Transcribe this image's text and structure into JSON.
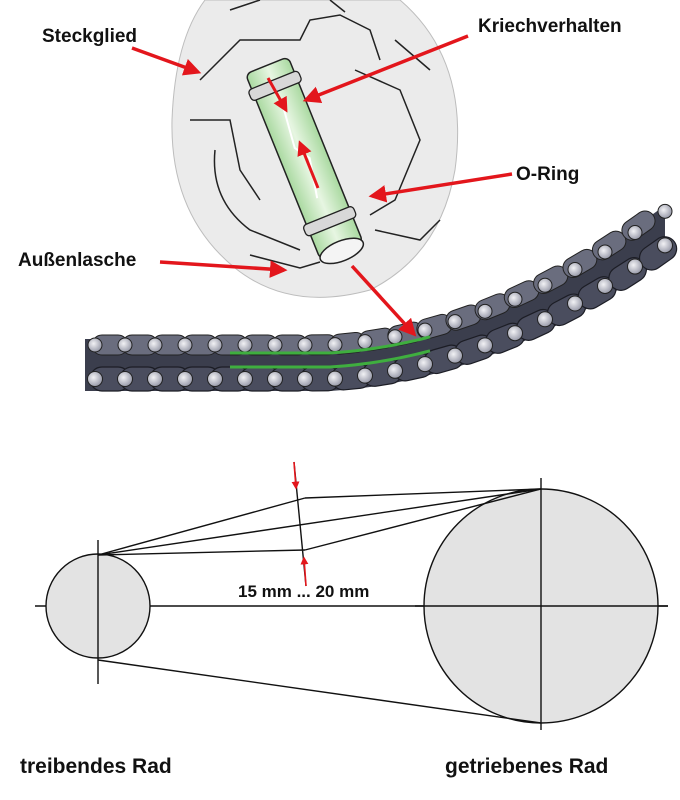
{
  "labels": {
    "steckglied": "Steckglied",
    "kriechverhalten": "Kriechverhalten",
    "o_ring": "O-Ring",
    "aussenlasche": "Außenlasche",
    "measurement": "15 mm ... 20 mm",
    "driving_wheel": "treibendes Rad",
    "driven_wheel": "getriebenes Rad"
  },
  "colors": {
    "arrow": "#e3161c",
    "chain_plate": "#4a4d5e",
    "o_ring_highlight": "#3fae3f",
    "pin_green": "#cdeac5",
    "wheel_fill": "#e3e3e3",
    "callout_bg": "#e8e8e8"
  }
}
